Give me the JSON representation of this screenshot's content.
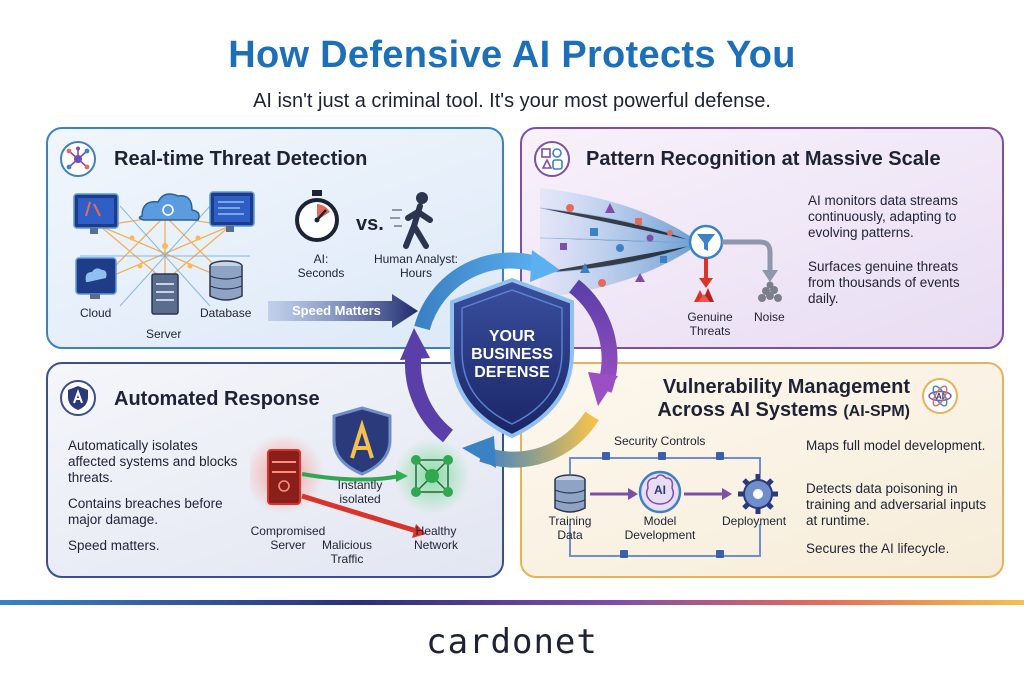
{
  "header": {
    "title": "How Defensive AI Protects You",
    "subtitle": "AI isn't just a criminal tool. It's your most powerful defense."
  },
  "center": {
    "shield_line1": "YOUR",
    "shield_line2": "BUSINESS",
    "shield_line3": "DEFENSE"
  },
  "threat_detection": {
    "title": "Real-time Threat Detection",
    "cloud_label": "Cloud",
    "server_label": "Server",
    "database_label": "Database",
    "vs_label": "vs.",
    "ai_label_line1": "AI:",
    "ai_label_line2": "Seconds",
    "human_label_line1": "Human Analyst:",
    "human_label_line2": "Hours",
    "speed_arrow_label": "Speed Matters"
  },
  "pattern_recognition": {
    "title": "Pattern Recognition at Massive Scale",
    "text1": "AI monitors data streams continuously, adapting to evolving patterns.",
    "text2": "Surfaces genuine threats from thousands of events daily.",
    "genuine_label_line1": "Genuine",
    "genuine_label_line2": "Threats",
    "noise_label": "Noise"
  },
  "automated_response": {
    "title": "Automated Response",
    "text1": "Automatically isolates affected systems and blocks threats.",
    "text2": "Contains breaches before major damage.",
    "text3": "Speed matters.",
    "isolated_line1": "Instantly",
    "isolated_line2": "isolated",
    "compromised_line1": "Compromised",
    "compromised_line2": "Server",
    "malicious_line1": "Malicious",
    "malicious_line2": "Traffic",
    "healthy_line1": "Healthy",
    "healthy_line2": "Network"
  },
  "vulnerability": {
    "title_line1": "Vulnerability Management",
    "title_line2": "Across AI Systems",
    "title_suffix": "(AI-SPM)",
    "security_controls": "Security Controls",
    "training_line1": "Training",
    "training_line2": "Data",
    "model_line1": "Model",
    "model_line2": "Development",
    "deployment_label": "Deployment",
    "ai_chip": "AI",
    "text1": "Maps full model development.",
    "text2": "Detects data poisoning in training and adversarial inputs at runtime.",
    "text3": "Secures the AI lifecycle."
  },
  "footer": {
    "brand": "cardonet"
  },
  "colors": {
    "title_blue": "#1d6fb8",
    "panel_blue": "#3b82c4",
    "panel_purple": "#7d4fa8",
    "panel_navy": "#3a4f8f",
    "panel_gold": "#e6b35a",
    "threat_red": "#d9342b",
    "healthy_green": "#2fa84f"
  },
  "icons": [
    "network-hub-icon",
    "pattern-icon",
    "shield-a-icon",
    "ai-brain-icon",
    "stopwatch-icon",
    "running-person-icon",
    "cloud-icon",
    "server-icon",
    "database-icon",
    "funnel-icon",
    "gear-icon",
    "lock-icon"
  ]
}
